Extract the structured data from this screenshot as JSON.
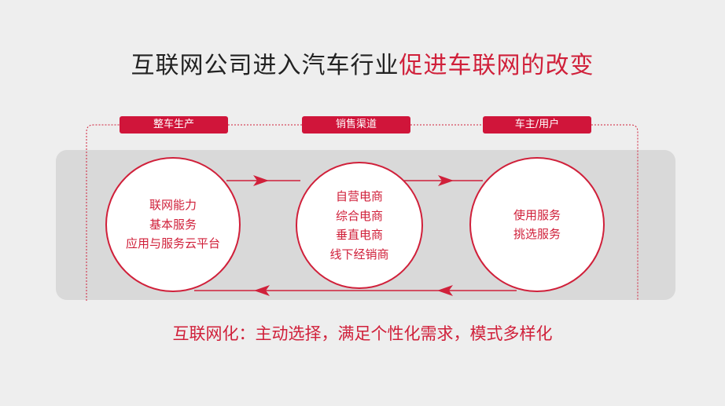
{
  "title": {
    "main": "互联网公司进入汽车行业",
    "accent": "促进车联网的改变"
  },
  "stages": [
    {
      "label": "整车生产",
      "items": [
        "联网能力",
        "基本服务",
        "应用与服务云平台"
      ]
    },
    {
      "label": "销售渠道",
      "items": [
        "自营电商",
        "综合电商",
        "垂直电商",
        "线下经销商"
      ]
    },
    {
      "label": "车主/用户",
      "items": [
        "使用服务",
        "挑选服务"
      ]
    }
  ],
  "footer": "互联网化：主动选择，满足个性化需求，模式多样化",
  "colors": {
    "accent": "#d0203a",
    "tag_fill": "#d0153a",
    "band": "#d9d9d9",
    "background": "#eeeeee"
  }
}
